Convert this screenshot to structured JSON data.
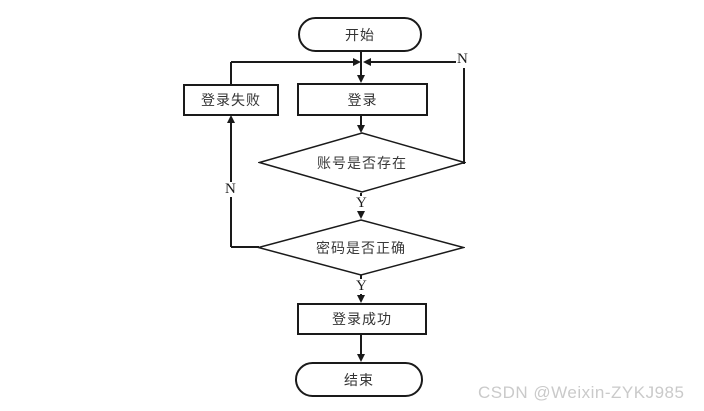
{
  "diagram": {
    "nodes": {
      "start": {
        "label": "开始",
        "type": "terminator"
      },
      "login": {
        "label": "登录",
        "type": "process"
      },
      "login_fail": {
        "label": "登录失败",
        "type": "process"
      },
      "account_exists": {
        "label": "账号是否存在",
        "type": "decision"
      },
      "password_correct": {
        "label": "密码是否正确",
        "type": "decision"
      },
      "login_success": {
        "label": "登录成功",
        "type": "process"
      },
      "end": {
        "label": "结束",
        "type": "terminator"
      }
    },
    "edge_labels": {
      "account_exists_no": "N",
      "account_exists_yes": "Y",
      "password_correct_no": "N",
      "password_correct_yes": "Y"
    },
    "colors": {
      "line": "#1a1a1a",
      "node_fill": "#ffffff",
      "background": "#ffffff",
      "watermark": "#cacaca"
    }
  },
  "watermark": {
    "text": "CSDN @Weixin-ZYKJ985"
  }
}
